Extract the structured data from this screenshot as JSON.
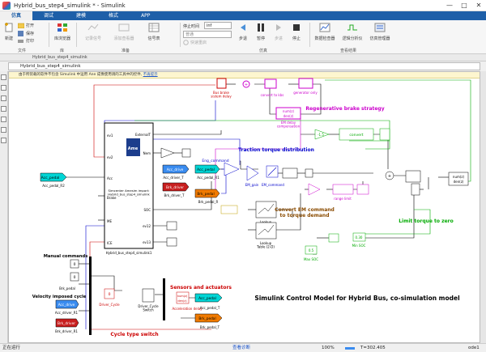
{
  "window": {
    "title": "Hybrid_bus_step4_simulink * - Simulink",
    "minimize": "—",
    "maximize": "□",
    "close": "✕"
  },
  "menu": {
    "tabs": [
      "仿真",
      "调试",
      "建模",
      "格式",
      "APP"
    ],
    "active": 0
  },
  "ribbon": {
    "new": "新建",
    "open": "打开",
    "save": "保存",
    "print": "打印",
    "library": "库浏览器",
    "log_signals": "记录信号",
    "add_viewer": "添加查看器",
    "signal_table": "信号表",
    "stop_time_label": "停止时间",
    "stop_time_value": "inf",
    "mode": "普通",
    "fast_restart": "快速重启",
    "step_back": "步退",
    "pause": "暂停",
    "step_forward": "步进",
    "stop": "停止",
    "data_inspector": "数据检查器",
    "logic_analyzer": "逻辑分析仪",
    "sim_manager": "仿真管理器",
    "groups": {
      "file": "文件",
      "library": "库",
      "prepare": "准备",
      "simulate": "仿真",
      "review": "查看结果"
    }
  },
  "breadcrumb": "Hybrid_bus_step4_simulink",
  "address": "Hybrid_bus_step4_simulink",
  "notice": {
    "text": "由于所装载的软件不包含 Simulink 中运用 Ane 成像使用调的工具中的控件,",
    "link": "不再提示"
  },
  "status": {
    "left": "正在运行",
    "center": "查看诊断",
    "zoom": "100%",
    "time": "T=302.405",
    "solver": "ode1"
  },
  "colors": {
    "accent": "#1e5fa8"
  },
  "diagram": {
    "title": "Simulink Control Model for Hybrid Bus, co-simulation model",
    "annotations": {
      "regen": "Regenerative brake strategy",
      "traction": "Traction torque distribution",
      "em_cmd": "Convert EM command\nto torque demand",
      "limit": "Limit torque to zero",
      "sensors": "Sensors and actuators",
      "manual": "Manual commands",
      "velocity": "Velocity imposed cycle",
      "cycle_switch": "Cycle type switch"
    },
    "blocks": {
      "amesim_name": "Hybrid_bus_step4_simulink1",
      "amesim_caption": "Simcenter Amesim import:\nHybrid_bus_step4_simulink",
      "amesim_ports_in": [
        "ev1",
        "ev2",
        "Acc",
        "Brake",
        "ME",
        "ICE"
      ],
      "amesim_ports_out": [
        "ExternalT",
        "Nem",
        "SOC",
        "ev12",
        "ev13"
      ],
      "acc_pedal": "Acc_pedal",
      "acc_pedal_r2": "Acc_pedal_R2",
      "acc_driver_t": "Acc_driver_T",
      "acc_pedal_r1": "Acc_pedal_R1",
      "brk_driver_t": "Brk_driver_T",
      "brk_pedal_r": "Brk_pedal_R",
      "eng_command": "Eng_command",
      "em_gain": "EM_gain",
      "em_command": "EM_command",
      "lookup1": "Lookup\nTable (2-D)",
      "lookup2": "Lookup\nTable (2-D)",
      "bus_brake": "Bus brake\nsistem delay",
      "convert_kbs": "convert to kbs",
      "gen_only": "generator only",
      "em_delay": "EM delay\ncompensation",
      "range_limit": "range limit",
      "convert": "convert",
      "max_soc": "Max SOC",
      "min_soc": "Min SOC",
      "max_soc_val": "0.5",
      "min_soc_val": "0.30",
      "gain_1_5": "-1.5",
      "driver_cycle": "Driver_Cycle",
      "driver_cycle_switch": "Driver_Cycle\nSwitch",
      "const_0a": "0",
      "const_0b": "0",
      "const_0c": "0",
      "brk_pedal": "Brk_pedal",
      "acc_driver_r1": "Acc_driver_R1",
      "brk_driver_r1": "Brk_driver_R1",
      "accel_delay": "Acceleration delay",
      "acc_pedal_t": "Acc_pedal_T",
      "brk_pedal_t": "Brk_pedal_T",
      "tf_num": "num(z)",
      "tf_den": "den(z)",
      "tf_num_main": "num(z)",
      "tf_den_main": "den(z)",
      "acc_drive": "Acc_drive",
      "brk_driver": "Brk_driver",
      "acc_pedal_a": "Acc_pedal",
      "brk_pedal_a": "Brk_pedal"
    }
  }
}
